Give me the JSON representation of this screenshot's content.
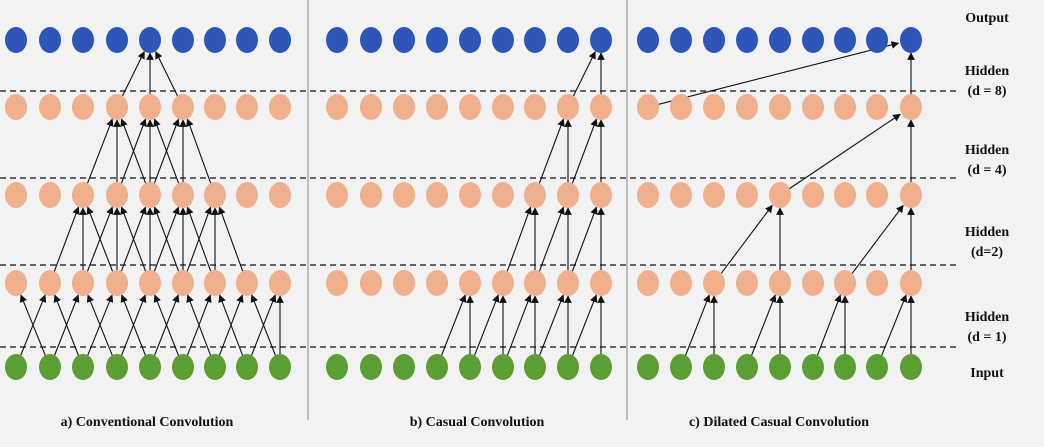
{
  "layer_labels": {
    "output": "Output",
    "hidden_top": [
      "Hidden",
      "(d = 8)"
    ],
    "hidden_3": [
      "Hidden",
      "(d = 4)"
    ],
    "hidden_2": [
      "Hidden",
      "(d=2)"
    ],
    "hidden_1": [
      "Hidden",
      "(d = 1)"
    ],
    "input": "Input"
  },
  "captions": {
    "a": "a) Conventional Convolution",
    "b": "b) Casual Convolution",
    "c": "c) Dilated Casual Convolution"
  },
  "colors": {
    "output_node": "#2e55b8",
    "hidden_node": "#f0b08e",
    "input_node": "#5a9e34",
    "background": "#f2f2f2",
    "edge": "#111111",
    "divider": "#888888"
  },
  "panels": [
    {
      "id": "a",
      "nodes_per_layer": 9
    },
    {
      "id": "b",
      "nodes_per_layer": 9
    },
    {
      "id": "c",
      "nodes_per_layer": 9
    }
  ]
}
